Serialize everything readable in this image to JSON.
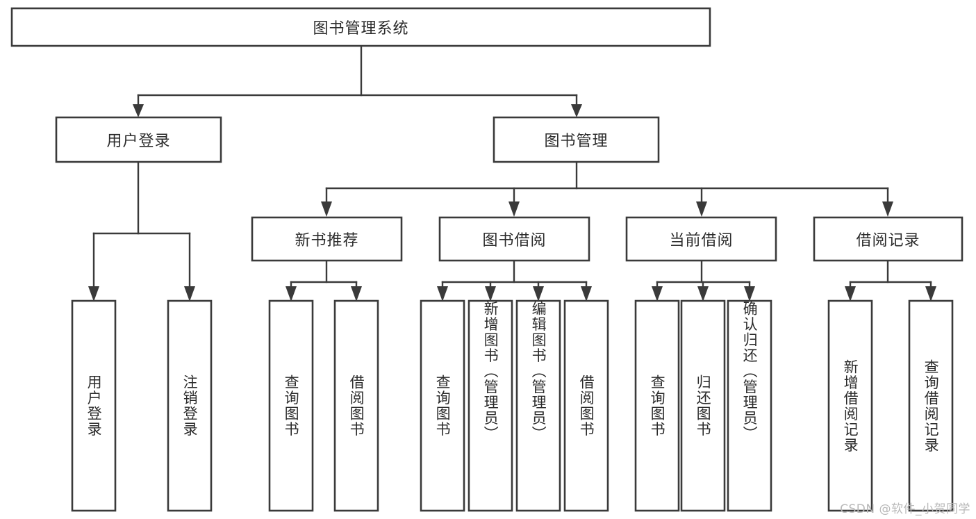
{
  "diagram": {
    "type": "tree",
    "title": "图书管理系统",
    "orientation": "top-down",
    "watermark": "CSDN @软件_小贺同学",
    "colors": {
      "box_fill": "#ffffff",
      "box_stroke": "#3a3a3a",
      "line": "#3a3a3a",
      "text": "#2b2b2b",
      "watermark": "#b9b9b9"
    },
    "nodes": {
      "root": {
        "label": "图书管理系统",
        "level": 1,
        "orientation": "horizontal"
      },
      "l2": [
        {
          "label": "用户登录",
          "orientation": "horizontal"
        },
        {
          "label": "图书管理",
          "orientation": "horizontal"
        }
      ],
      "l3": [
        {
          "label": "新书推荐",
          "orientation": "horizontal"
        },
        {
          "label": "图书借阅",
          "orientation": "horizontal"
        },
        {
          "label": "当前借阅",
          "orientation": "horizontal"
        },
        {
          "label": "借阅记录",
          "orientation": "horizontal"
        }
      ],
      "leaves_user_login": [
        {
          "label": "用户登录",
          "orientation": "vertical"
        },
        {
          "label": "注销登录",
          "orientation": "vertical"
        }
      ],
      "leaves_new_book": [
        {
          "label": "查询图书",
          "orientation": "vertical"
        },
        {
          "label": "借阅图书",
          "orientation": "vertical"
        }
      ],
      "leaves_borrow": [
        {
          "label": "查询图书",
          "orientation": "vertical"
        },
        {
          "label": "新增图书（管理员）",
          "orientation": "vertical"
        },
        {
          "label": "编辑图书（管理员）",
          "orientation": "vertical"
        },
        {
          "label": "借阅图书",
          "orientation": "vertical"
        }
      ],
      "leaves_current": [
        {
          "label": "查询图书",
          "orientation": "vertical"
        },
        {
          "label": "归还图书",
          "orientation": "vertical"
        },
        {
          "label": "确认归还（管理员）",
          "orientation": "vertical"
        }
      ],
      "leaves_record": [
        {
          "label": "新增借阅记录",
          "orientation": "vertical"
        },
        {
          "label": "查询借阅记录",
          "orientation": "vertical"
        }
      ]
    }
  }
}
